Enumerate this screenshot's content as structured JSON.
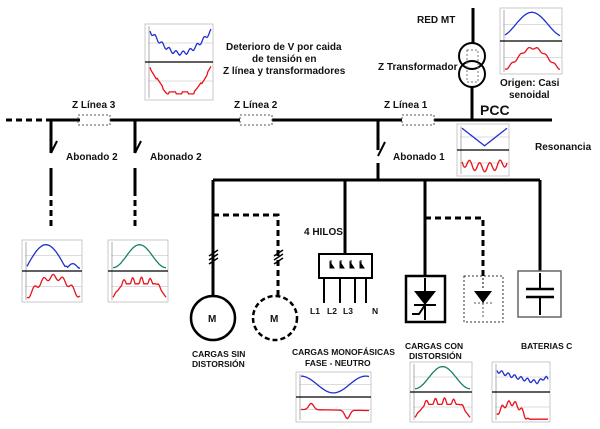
{
  "title": "Power quality distribution diagram",
  "labels": {
    "red_mt": "RED MT",
    "z_transformador": "Z Transformador",
    "pcc": "PCC",
    "origen_line1": "Origen: Casi",
    "origen_line2": "senoidal",
    "resonancia": "Resonancia",
    "deterioro_line1": "Deterioro de V por caida",
    "deterioro_line2": "de tensión en",
    "deterioro_line3": "Z línea y transformadores",
    "z_linea_1": "Z Línea 1",
    "z_linea_2": "Z Línea 2",
    "z_linea_3": "Z Línea 3",
    "abonado_1": "Abonado 1",
    "abonado_2a": "Abonado 2",
    "abonado_2b": "Abonado 2",
    "cuatro_hilos": "4 HILOS",
    "l1": "L1",
    "l2": "L2",
    "l3": "L3",
    "n": "N",
    "motor_symbol": "M",
    "cargas_sin_line1": "CARGAS SIN",
    "cargas_sin_line2": "DISTORSIÓN",
    "cargas_mono_line1": "CARGAS MONOFÁSICAS",
    "cargas_mono_line2": "FASE - NEUTRO",
    "cargas_con_line1": "CARGAS CON",
    "cargas_con_line2": "DISTORSIÓN",
    "baterias": "BATERIAS C"
  },
  "colors": {
    "line": "#000000",
    "voltage_wave": "#1f2fd0",
    "current_wave": "#e8121a",
    "green_wave": "#17806a",
    "grid": "#b8b8b8"
  },
  "waveforms": {
    "origen": {
      "top": "sine_low_high",
      "top_color": "voltage",
      "bottom": "sine_red"
    },
    "deterioro": {
      "top": "u_noisy",
      "top_color": "voltage",
      "bottom": "u_step"
    },
    "pcc": {
      "top": "v_shape",
      "top_color": "voltage",
      "bottom": "resonant"
    },
    "abonado2a": {
      "top": "hump",
      "top_color": "voltage",
      "bottom": "rough_hump"
    },
    "abonado2b": {
      "top": "bell",
      "top_color": "green",
      "bottom": "notched"
    },
    "monofasica": {
      "top": "sine_dip",
      "top_color": "voltage",
      "bottom": "spike_dip"
    },
    "distorsion": {
      "top": "bell",
      "top_color": "green",
      "bottom": "notched"
    },
    "baterias": {
      "top": "noisy_fall",
      "top_color": "voltage",
      "bottom": "noisy_decay"
    }
  }
}
